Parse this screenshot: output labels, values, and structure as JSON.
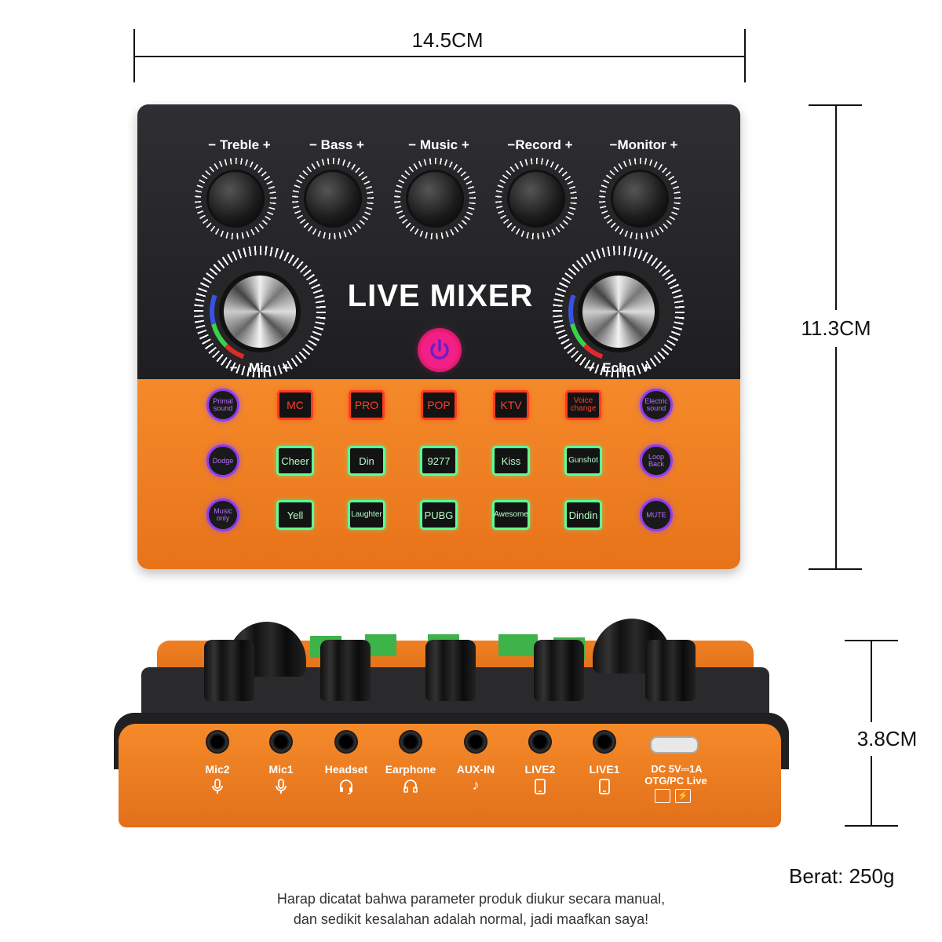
{
  "dimensions": {
    "width": "14.5CM",
    "height": "11.3CM",
    "depth": "3.8CM"
  },
  "device": {
    "brand": "LIVE MIXER",
    "top_knobs": [
      {
        "minus": "−",
        "label": "Treble",
        "plus": "+"
      },
      {
        "minus": "−",
        "label": "Bass",
        "plus": "+"
      },
      {
        "minus": "−",
        "label": "Music",
        "plus": "+"
      },
      {
        "minus": "−",
        "label": "Record",
        "plus": "+"
      },
      {
        "minus": "−",
        "label": "Monitor",
        "plus": "+"
      }
    ],
    "big_knobs": [
      {
        "minus": "−",
        "label": "Mic",
        "plus": "+"
      },
      {
        "minus": "−",
        "label": "Echo",
        "plus": "+"
      }
    ],
    "pads": {
      "row1": [
        "Primal sound",
        "MC",
        "PRO",
        "POP",
        "KTV",
        "Voice change",
        "Electric sound"
      ],
      "row2": [
        "Dodge",
        "Cheer",
        "Din",
        "9277",
        "Kiss",
        "Gunshot",
        "Loop Back"
      ],
      "row3": [
        "Music only",
        "Yell",
        "Laughter",
        "PUBG",
        "Awesome",
        "Dindin",
        "MUTE"
      ]
    },
    "ports": [
      {
        "label": "Mic2",
        "icon": "mic-icon"
      },
      {
        "label": "Mic1",
        "icon": "mic-icon"
      },
      {
        "label": "Headset",
        "icon": "headset-icon"
      },
      {
        "label": "Earphone",
        "icon": "headphone-icon"
      },
      {
        "label": "AUX-IN",
        "icon": "music-note-icon"
      },
      {
        "label": "LIVE2",
        "icon": "phone-icon"
      },
      {
        "label": "LIVE1",
        "icon": "phone-icon"
      }
    ],
    "dc_port": {
      "line1": "DC 5V⎓1A",
      "line2": "OTG/PC Live"
    },
    "colors": {
      "body_orange": "#f07f22",
      "panel_dark": "#262629",
      "pad_red": "#ff3b1f",
      "pad_green": "#5cff9a",
      "pad_purple": "#8e3df0",
      "power_pink": "#f21f86"
    }
  },
  "weight": "Berat: 250g",
  "note": {
    "line1": "Harap dicatat bahwa parameter produk diukur secara manual,",
    "line2": "dan sedikit kesalahan adalah normal, jadi maafkan saya!"
  }
}
